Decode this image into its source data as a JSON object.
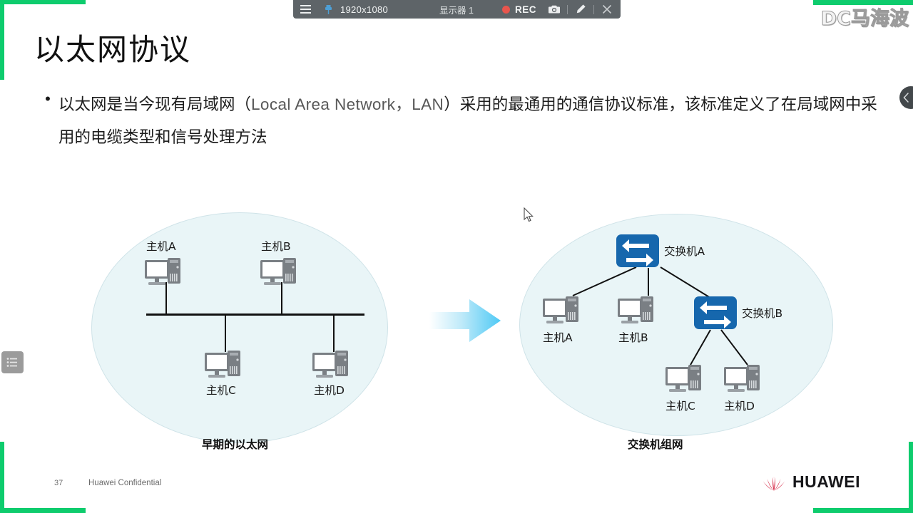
{
  "recorder": {
    "menu_icon": "hamburger-icon",
    "pin_icon": "pin-icon",
    "resolution": "1920x1080",
    "monitor_label": "显示器 1",
    "rec_label": "REC",
    "camera_icon": "camera-icon",
    "pen_icon": "pen-icon",
    "close_icon": "close-icon",
    "border_color": "#0ecc6d",
    "bar_color": "#5e6468",
    "rec_dot_color": "#e8554d"
  },
  "watermark": {
    "text": "DC马海波"
  },
  "slide": {
    "title": "以太网协议",
    "bullet": {
      "marker": "•",
      "line1_cn_a": "以太网是当今现有局域网（",
      "line1_en": "Local Area Network，LAN",
      "line1_cn_b": "）采用的最通用的通信协议标准，该标准定义",
      "line2": "了在局域网中采用的电缆类型和信号处理方法"
    },
    "left_diagram": {
      "caption": "早期的以太网",
      "nodes": [
        {
          "label": "主机A",
          "icon": "pc-icon"
        },
        {
          "label": "主机B",
          "icon": "pc-icon"
        },
        {
          "label": "主机C",
          "icon": "pc-icon"
        },
        {
          "label": "主机D",
          "icon": "pc-icon"
        }
      ]
    },
    "arrow": {
      "icon": "right-arrow-icon",
      "color": "#4ec9f5"
    },
    "right_diagram": {
      "caption": "交换机组网",
      "switches": [
        {
          "label": "交换机A",
          "icon": "switch-icon"
        },
        {
          "label": "交换机B",
          "icon": "switch-icon"
        }
      ],
      "hosts": [
        {
          "label": "主机A",
          "icon": "pc-icon"
        },
        {
          "label": "主机B",
          "icon": "pc-icon"
        },
        {
          "label": "主机C",
          "icon": "pc-icon"
        },
        {
          "label": "主机D",
          "icon": "pc-icon"
        }
      ],
      "switch_color": "#1667ad"
    },
    "footer": {
      "page_number": "37",
      "confidential": "Huawei Confidential",
      "brand": "HUAWEI",
      "brand_mark": "huawei-flower-icon",
      "brand_color": "#cf0a2c"
    }
  },
  "overlays": {
    "left_tab_icon": "list-menu-icon",
    "right_chevron_icon": "chevron-left-icon",
    "cursor_icon": "mouse-pointer-icon"
  }
}
